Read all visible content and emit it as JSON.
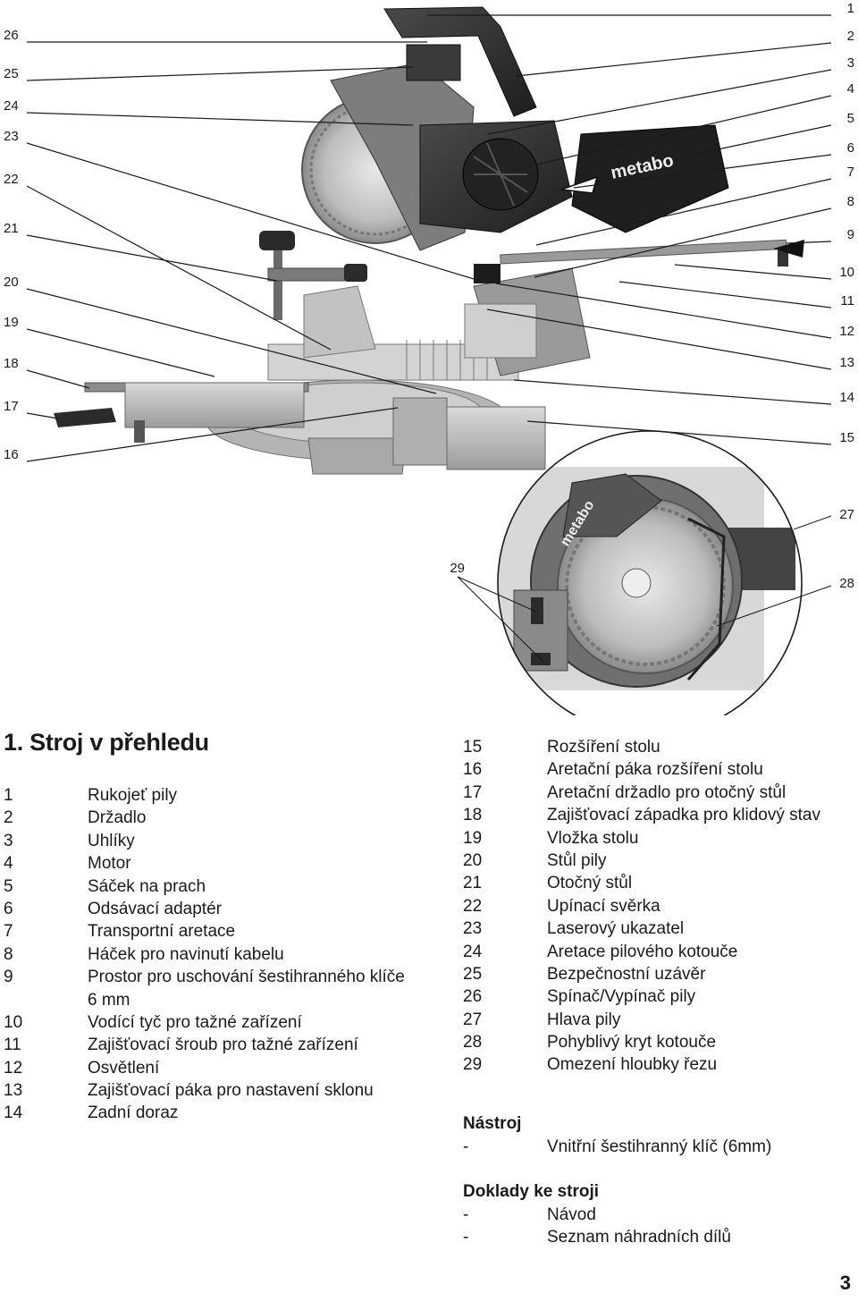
{
  "figure": {
    "callouts_left": [
      "26",
      "25",
      "24",
      "23",
      "22",
      "21",
      "20",
      "19",
      "18",
      "17",
      "16"
    ],
    "callouts_right": [
      "1",
      "2",
      "3",
      "4",
      "5",
      "6",
      "7",
      "8",
      "9",
      "10",
      "11",
      "12",
      "13",
      "14",
      "15"
    ],
    "callouts_detail": [
      "27",
      "28",
      "29"
    ],
    "brand_logo": "metabo"
  },
  "section": {
    "title": "1. Stroj v přehledu"
  },
  "legend_left": [
    {
      "num": "1",
      "text": "Rukojeť pily"
    },
    {
      "num": "2",
      "text": "Držadlo"
    },
    {
      "num": "3",
      "text": "Uhlíky"
    },
    {
      "num": "4",
      "text": "Motor"
    },
    {
      "num": "5",
      "text": "Sáček na prach"
    },
    {
      "num": "6",
      "text": "Odsávací adaptér"
    },
    {
      "num": "7",
      "text": "Transportní aretace"
    },
    {
      "num": "8",
      "text": "Háček pro navinutí kabelu"
    },
    {
      "num": "9",
      "text": "Prostor pro uschování šestihranného klíče 6 mm"
    },
    {
      "num": "10",
      "text": "Vodící tyč pro tažné zařízení"
    },
    {
      "num": "11",
      "text": "Zajišťovací šroub pro tažné zařízení"
    },
    {
      "num": "12",
      "text": "Osvětlení"
    },
    {
      "num": "13",
      "text": "Zajišťovací páka pro nastavení sklonu"
    },
    {
      "num": "14",
      "text": "Zadní doraz"
    }
  ],
  "legend_right": [
    {
      "num": "15",
      "text": "Rozšíření stolu"
    },
    {
      "num": "16",
      "text": "Aretační páka rozšíření stolu"
    },
    {
      "num": "17",
      "text": "Aretační držadlo pro otočný stůl"
    },
    {
      "num": "18",
      "text": "Zajišťovací západka pro klidový stav"
    },
    {
      "num": "19",
      "text": "Vložka stolu"
    },
    {
      "num": "20",
      "text": "Stůl pily"
    },
    {
      "num": "21",
      "text": "Otočný stůl"
    },
    {
      "num": "22",
      "text": "Upínací svěrka"
    },
    {
      "num": "23",
      "text": "Laserový ukazatel"
    },
    {
      "num": "24",
      "text": "Aretace pilového kotouče"
    },
    {
      "num": "25",
      "text": "Bezpečnostní uzávěr"
    },
    {
      "num": "26",
      "text": "Spínač/Vypínač pily"
    },
    {
      "num": "27",
      "text": "Hlava pily"
    },
    {
      "num": "28",
      "text": "Pohyblivý kryt kotouče"
    },
    {
      "num": "29",
      "text": "Omezení hloubky řezu"
    }
  ],
  "tool": {
    "heading": "Nástroj",
    "items": [
      {
        "dash": "-",
        "text": "Vnitřní šestihranný klíč (6mm)"
      }
    ]
  },
  "docs": {
    "heading": "Doklady ke stroji",
    "items": [
      {
        "dash": "-",
        "text": "Návod"
      },
      {
        "dash": "-",
        "text": "Seznam náhradních dílů"
      }
    ]
  },
  "page_number": "3"
}
